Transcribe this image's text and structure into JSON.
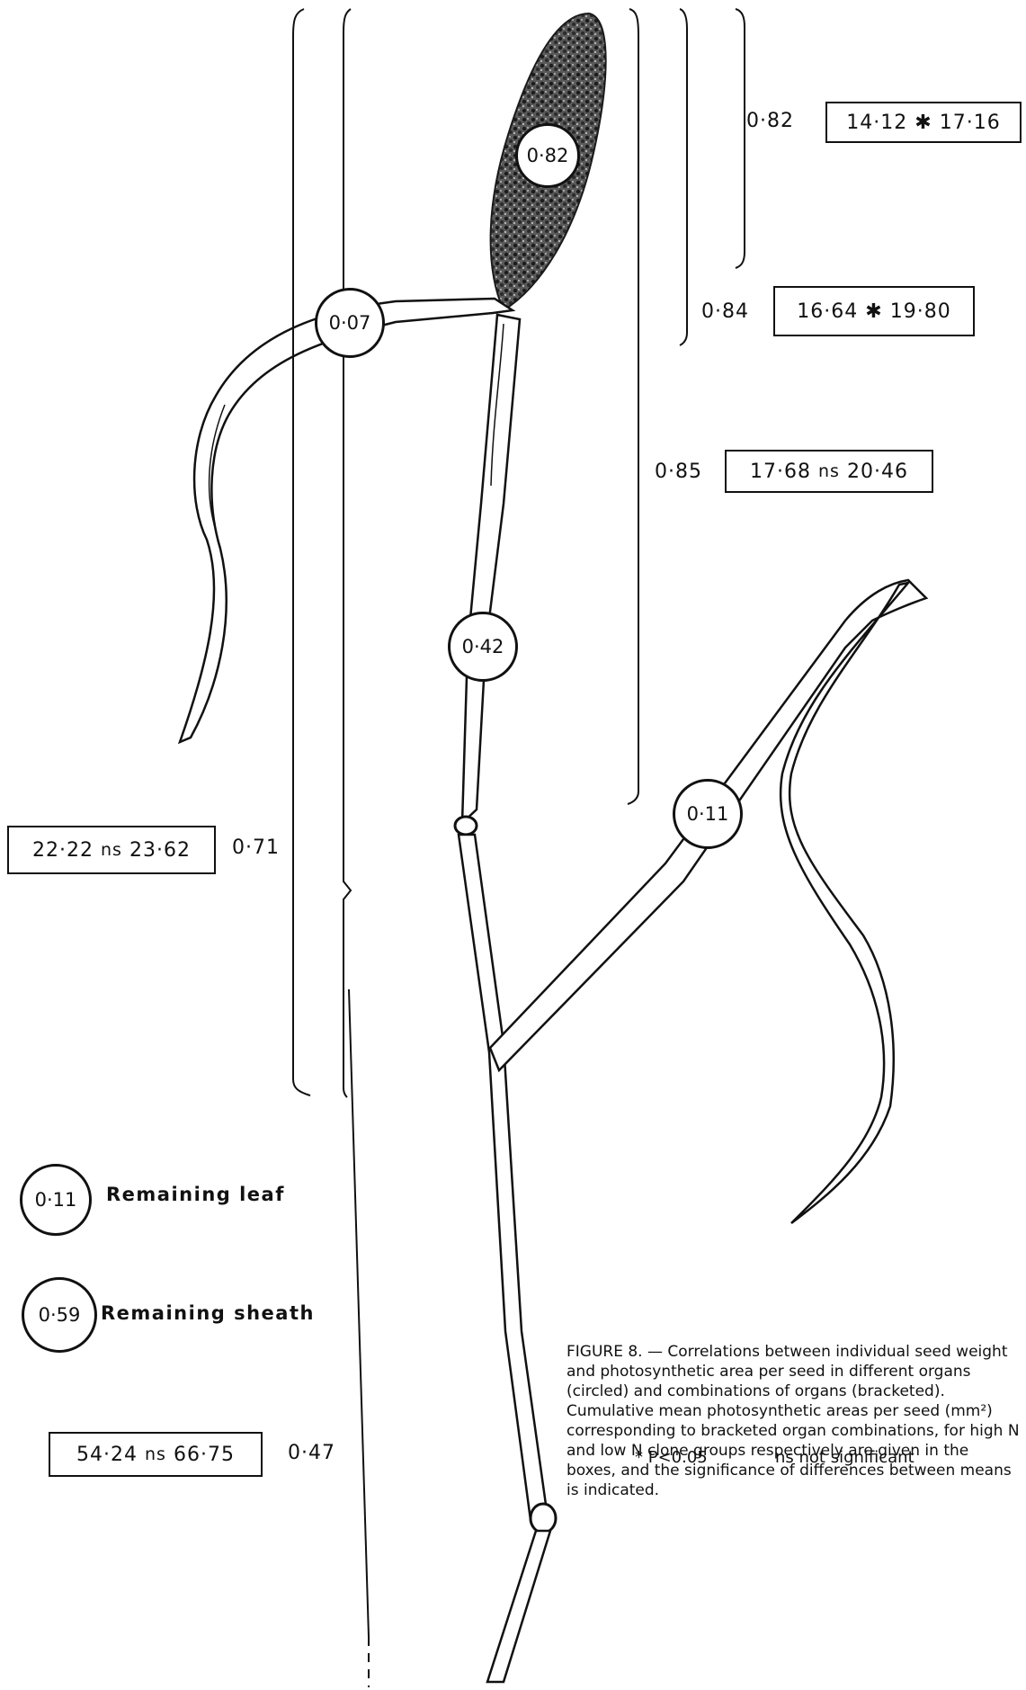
{
  "organs": {
    "ear": "0·82",
    "flag_leaf": "0·07",
    "peduncle": "0·42",
    "leaf_2": "0·11"
  },
  "brackets": [
    {
      "r": "0·82",
      "high": "14·12",
      "sig": "✱",
      "low": "17·16"
    },
    {
      "r": "0·84",
      "high": "16·64",
      "sig": "✱",
      "low": "19·80"
    },
    {
      "r": "0·85",
      "high": "17·68",
      "sig": "ns",
      "low": "20·46"
    },
    {
      "r": "0·71",
      "high": "22·22",
      "sig": "ns",
      "low": "23·62"
    },
    {
      "r": "0·47",
      "high": "54·24",
      "sig": "ns",
      "low": "66·75"
    }
  ],
  "legend": [
    {
      "value": "0·11",
      "label": "Remaining leaf"
    },
    {
      "value": "0·59",
      "label": "Remaining sheath"
    }
  ],
  "caption": "FIGURE 8. — Correlations between individual seed weight and photosynthetic area per seed in different organs (circled) and combinations of organs (bracketed). Cumulative mean photosynthetic areas per seed (mm²) corresponding to bracketed organ combinations, for high N and low N clone groups respectively are given in the boxes, and the significance of differences between means is indicated.",
  "footnote": {
    "sig": "* P<0.05",
    "ns": "ns not significant"
  }
}
